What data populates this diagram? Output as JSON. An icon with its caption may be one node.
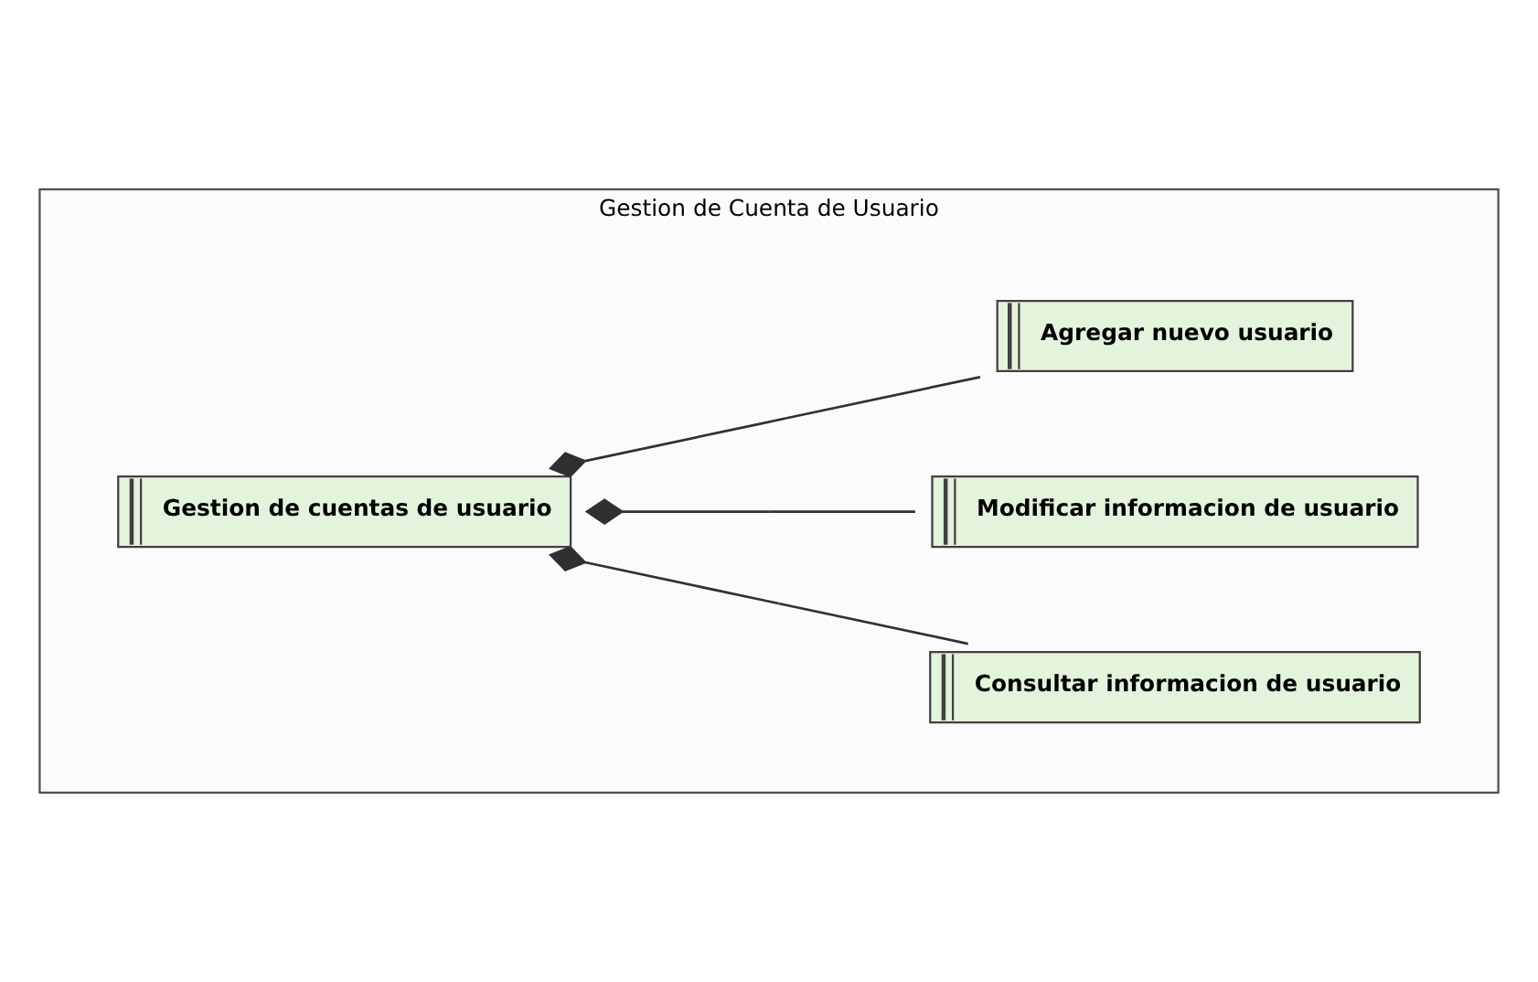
{
  "diagram": {
    "nodes": [
      {
        "text": [
          "Gestion de Cuenta de Usuario"
        ]
      },
      {
        "text": [
          "Gestion de cuentas de usuario"
        ],
        "in": 0
      },
      {
        "text": [
          "Consultar informacion de usuario"
        ],
        "in": 0
      },
      {
        "text": [
          "Modificar informacion de usuario"
        ],
        "in": 0
      },
      {
        "text": [
          "Agregar nuevo usuario"
        ],
        "in": 0
      }
    ],
    "edges": [
      {
        "from": 1,
        "to": 2,
        "arrow": "other"
      },
      {
        "from": 1,
        "to": 3,
        "arrow": "other"
      },
      {
        "from": 1,
        "to": 4,
        "arrow": "other"
      }
    ]
  }
}
